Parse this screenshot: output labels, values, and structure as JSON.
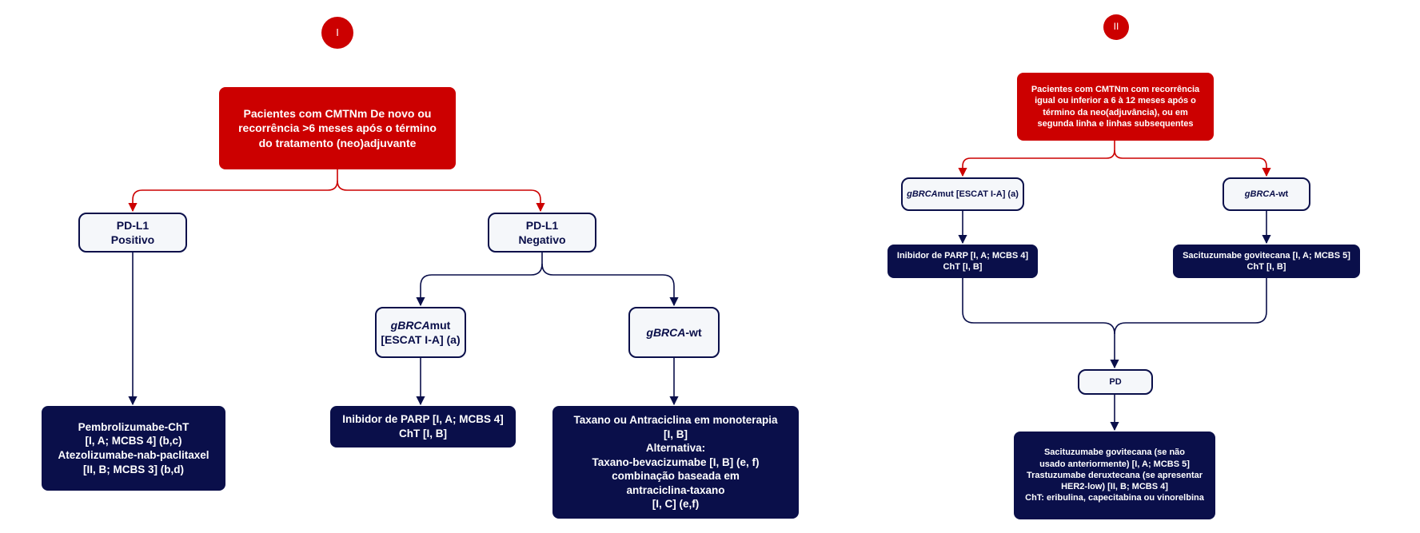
{
  "colors": {
    "red": "#cc0000",
    "navy": "#0a0f4a",
    "light": "#f5f7fa"
  },
  "panel_1": {
    "marker": "I",
    "root": [
      "Pacientes com CMTNm De novo ou",
      "recorrência >6 meses após o término",
      "do tratamento (neo)adjuvante"
    ],
    "pdl1_pos": [
      "PD-L1",
      "Positivo"
    ],
    "pdl1_neg": [
      "PD-L1",
      "Negativo"
    ],
    "gbrca_mut": {
      "italic": "gBRCA",
      "rest": "mut",
      "line2": "[ESCAT I-A] (a)"
    },
    "gbrca_wt": {
      "italic": "gBRCA",
      "rest": "-wt"
    },
    "pembro": [
      "Pembrolizumabe-ChT",
      "[I, A; MCBS 4] (b,c)",
      "Atezolizumabe-nab-paclitaxel",
      "[II, B; MCBS 3] (b,d)"
    ],
    "parp": [
      "Inibidor de PARP [I, A; MCBS 4]",
      "ChT [I, B]"
    ],
    "taxano": [
      "Taxano ou Antraciclina em monoterapia",
      "[I, B]",
      "Alternativa:",
      "Taxano-bevacizumabe [I, B] (e, f)",
      "combinação baseada em",
      "antraciclina-taxano",
      "[I, C] (e,f)"
    ]
  },
  "panel_2": {
    "marker": "II",
    "root": [
      "Pacientes com CMTNm com recorrência",
      "igual ou inferior a 6 à 12 meses após o",
      "término da neo(adjuvância), ou em",
      "segunda linha e linhas subsequentes"
    ],
    "gbrca_mut": {
      "italic": "gBRCA",
      "rest": "mut [ESCAT I-A] (a)"
    },
    "gbrca_wt": {
      "italic": "gBRCA",
      "rest": "-wt"
    },
    "parp": [
      "Inibidor de PARP [I, A; MCBS 4]",
      "ChT [I, B]"
    ],
    "sacitu": [
      "Sacituzumabe govitecana [I, A; MCBS 5]",
      "ChT [I, B]"
    ],
    "pd": "PD",
    "final": [
      "Sacituzumabe govitecana (se não",
      "usado anteriormente) [I, A; MCBS 5]",
      "Trastuzumabe deruxtecana (se apresentar",
      "HER2-low) [II, B; MCBS 4]",
      "ChT: eribulina, capecitabina ou vinorelbina"
    ]
  }
}
